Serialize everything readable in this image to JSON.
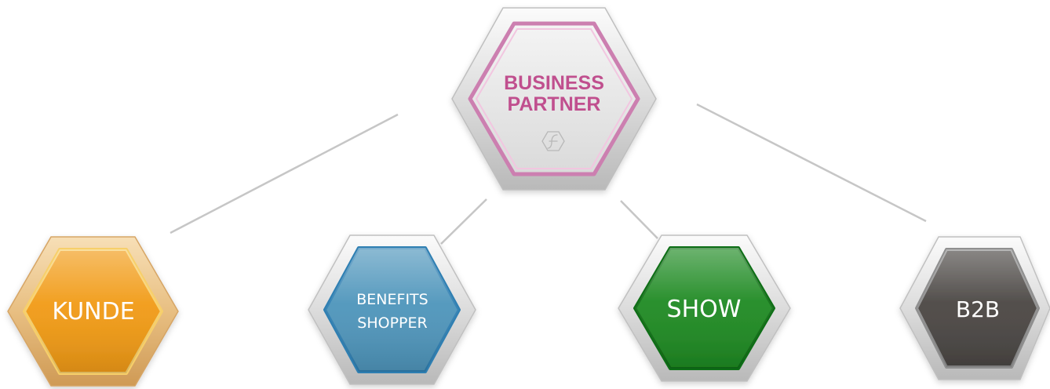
{
  "root": {
    "lines": [
      "BUSINESS",
      "PARTNER"
    ],
    "logo_icon": "script-f-hexagon-icon",
    "color": "#c04f8e"
  },
  "children": [
    {
      "key": "kunde",
      "lines": [
        "KUNDE"
      ],
      "color": "#f19a14",
      "frame": "gold"
    },
    {
      "key": "benefits",
      "lines": [
        "BENEFITS",
        "SHOPPER"
      ],
      "color": "#4e95bb",
      "frame": "silver"
    },
    {
      "key": "show",
      "lines": [
        "SHOW"
      ],
      "color": "#1e8a22",
      "frame": "silver"
    },
    {
      "key": "b2b",
      "lines": [
        "B2B"
      ],
      "color": "#4a4643",
      "frame": "silver"
    }
  ]
}
